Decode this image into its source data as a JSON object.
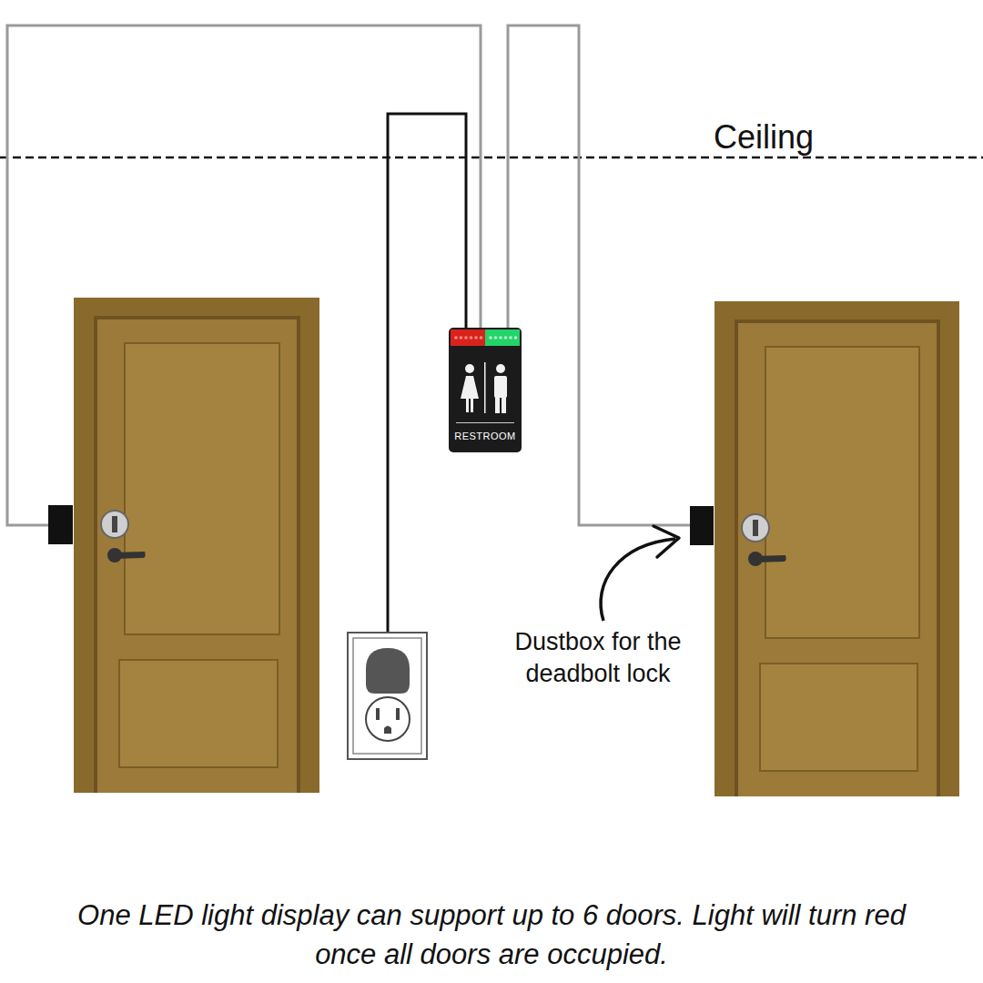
{
  "diagram": {
    "caption": "One LED light display can support up to 6 doors. Light will turn red once all doors are occupied.",
    "nodes": [
      {
        "text": [
          "RESTROOM"
        ]
      }
    ],
    "labels": [
      "Ceiling",
      "Dustbox for the deadbolt lock"
    ]
  }
}
